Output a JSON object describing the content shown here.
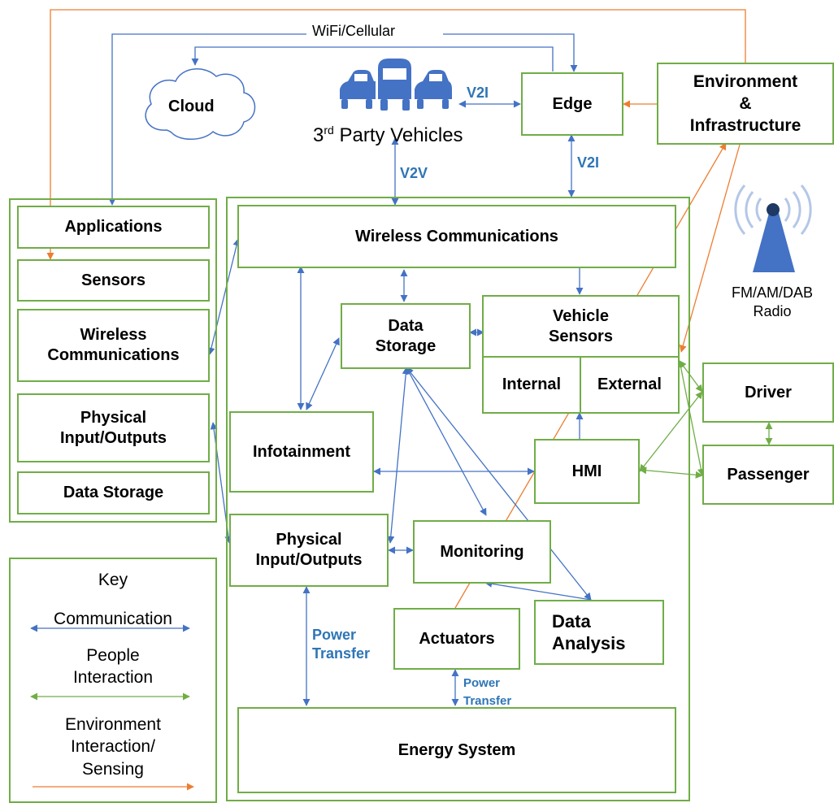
{
  "connections": {
    "wifi_cellular": "WiFi/Cellular",
    "v2i_top": "V2I",
    "v2i_side": "V2I",
    "v2v": "V2V",
    "power_transfer_left": "Power\nTransfer",
    "power_transfer_right": "Power\nTransfer"
  },
  "external": {
    "cloud": "Cloud",
    "edge": "Edge",
    "environment": "Environment\n&\nInfrastructure",
    "third_party": "Party Vehicles",
    "third_party_prefix": "3",
    "third_party_sup": "rd",
    "radio": "FM/AM/DAB\nRadio",
    "driver": "Driver",
    "passenger": "Passenger"
  },
  "left_panel": {
    "applications": "Applications",
    "sensors": "Sensors",
    "wireless": "Wireless\nCommunications",
    "physical_io": "Physical\nInput/Outputs",
    "data_storage": "Data Storage"
  },
  "vehicle": {
    "wireless": "Wireless Communications",
    "data_storage": "Data\nStorage",
    "vehicle_sensors": "Vehicle\nSensors",
    "internal": "Internal",
    "external": "External",
    "infotainment": "Infotainment",
    "hmi": "HMI",
    "physical_io": "Physical\nInput/Outputs",
    "monitoring": "Monitoring",
    "actuators": "Actuators",
    "data_analysis": "Data\nAnalysis",
    "energy_system": "Energy System"
  },
  "key": {
    "title": "Key",
    "communication": "Communication",
    "people": "People\nInteraction",
    "environment": "Environment\nInteraction/\nSensing"
  },
  "colors": {
    "box_border": "#70ad47",
    "communication": "#4472c4",
    "people": "#70ad47",
    "environment": "#ed7d31",
    "label_blue": "#2e75b6",
    "icon_blue": "#4472c4"
  }
}
